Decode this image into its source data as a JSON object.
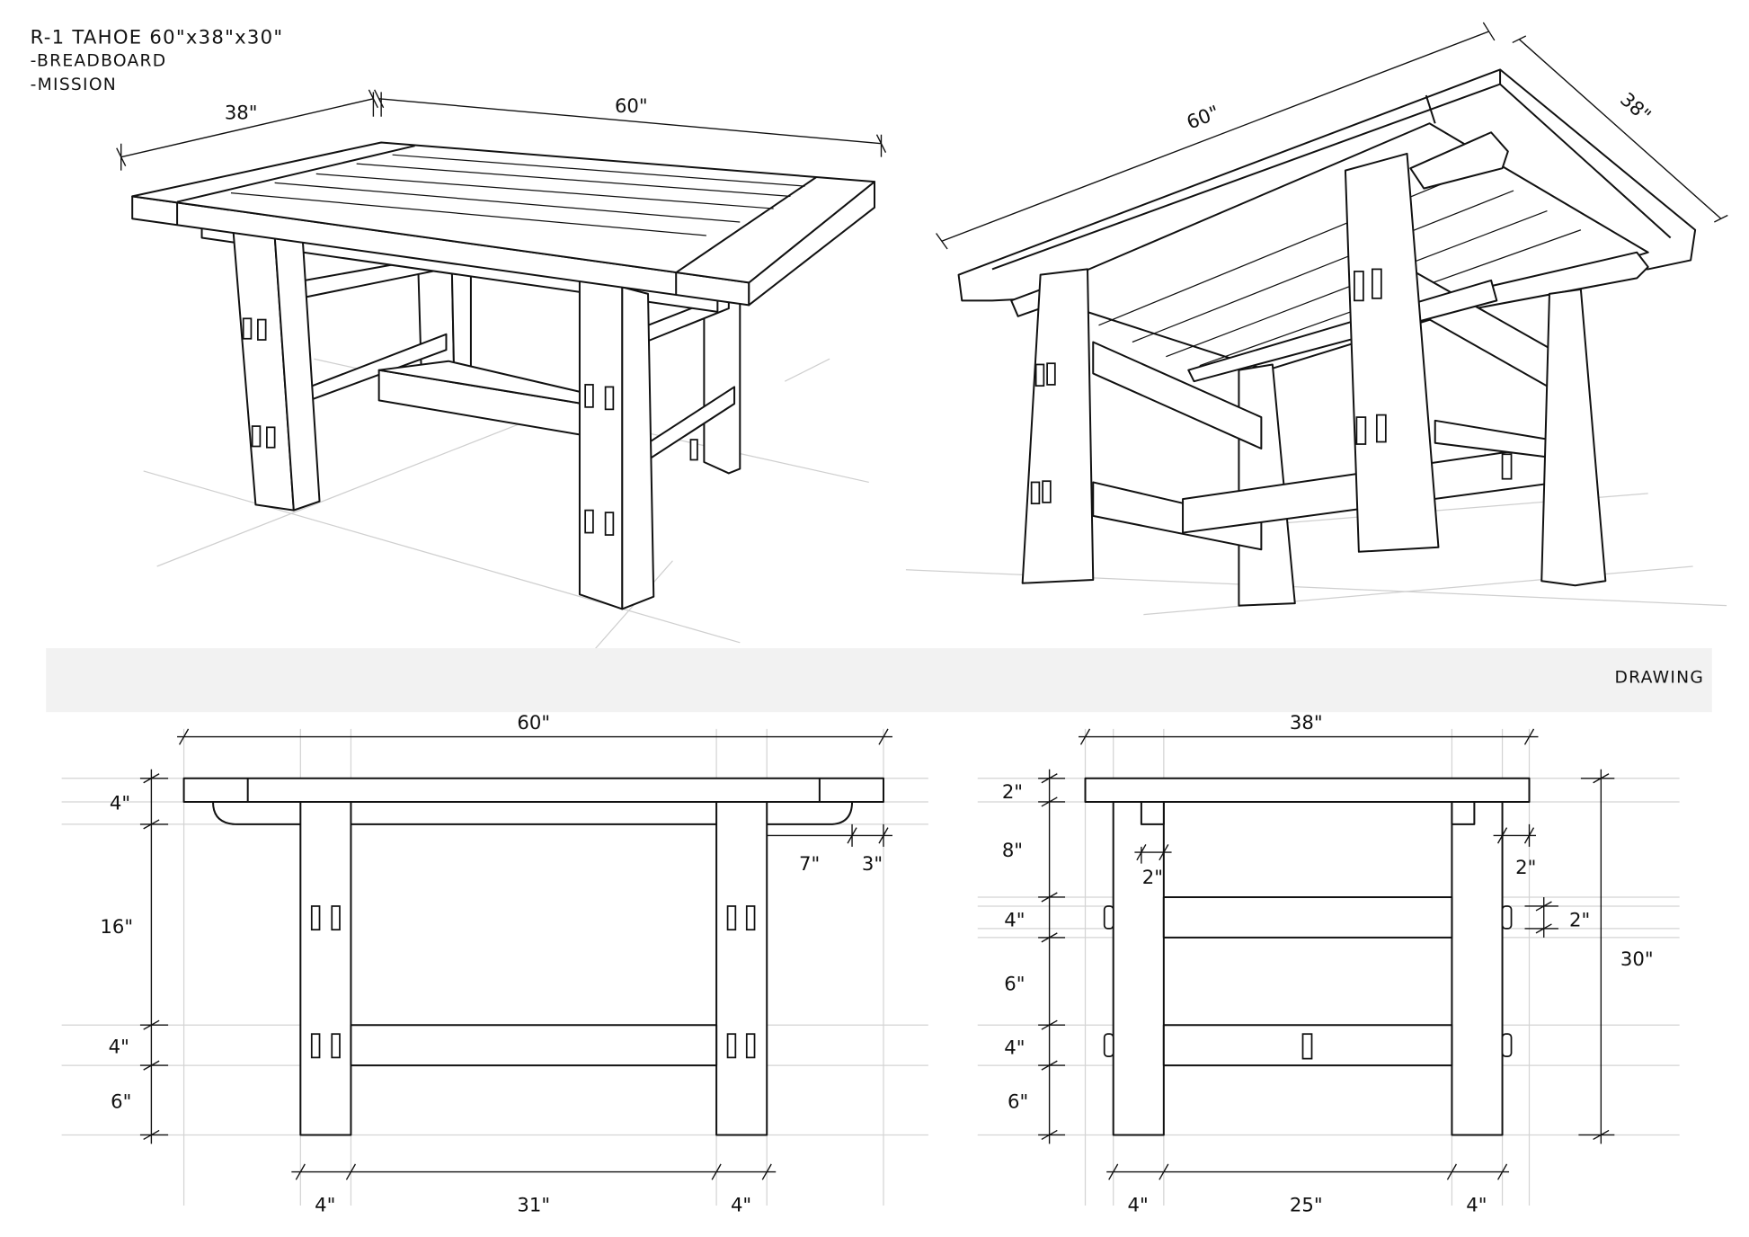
{
  "title": {
    "line1": "R-1 TAHOE  60\"x38\"x30\"",
    "line2": "-BREADBOARD",
    "line3": "-MISSION"
  },
  "band": {
    "label": "DRAWING",
    "color": "#f2f2f2"
  },
  "perspective_front": {
    "width": "38\"",
    "length": "60\""
  },
  "perspective_under": {
    "length": "60\"",
    "width": "38\""
  },
  "front_view": {
    "length": "60\"",
    "heights": [
      "4\"",
      "16\"",
      "4\"",
      "6\""
    ],
    "bottom": [
      "4\"",
      "31\"",
      "4\""
    ],
    "overhang": [
      "7\"",
      "3\""
    ]
  },
  "side_view": {
    "width": "38\"",
    "heights": [
      "2\"",
      "8\"",
      "4\"",
      "6\"",
      "4\"",
      "6\""
    ],
    "bottom": [
      "4\"",
      "25\"",
      "4\""
    ],
    "total_height": "30\"",
    "block_left": "2\"",
    "block_right": "2\"",
    "tenon": "2\""
  }
}
